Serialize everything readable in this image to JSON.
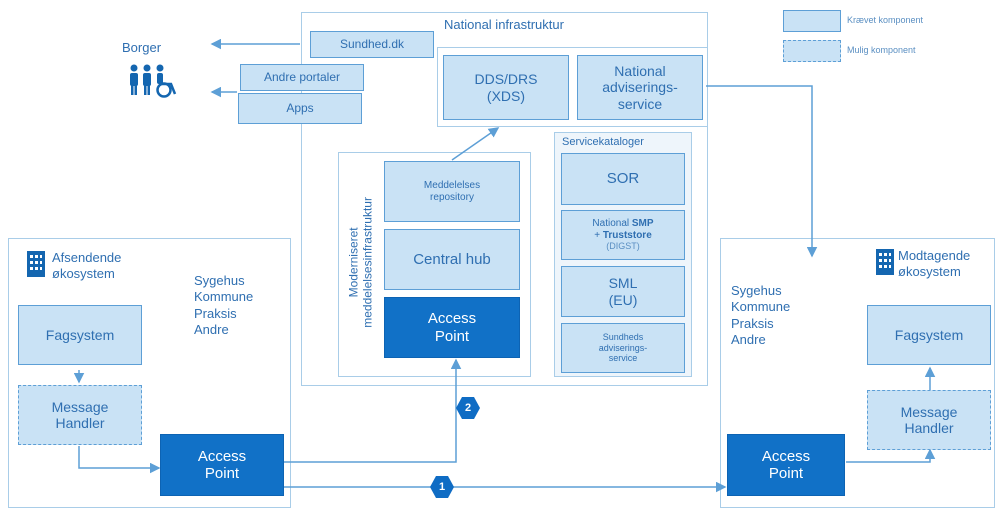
{
  "legend": {
    "required": "Krævet komponent",
    "optional": "Mulig komponent"
  },
  "citizen": {
    "label": "Borger",
    "portals": [
      "Sundhed.dk",
      "Andre portaler",
      "Apps"
    ]
  },
  "national": {
    "title": "National infrastruktur",
    "dds": "DDS/DRS\n(XDS)",
    "advisering": "National\nadviserings-\nservice",
    "modernized_label": "Moderniseret\nmeddelelsesinfrastruktur",
    "repository": "Meddelelses\nrepository",
    "central_hub": "Central hub",
    "access_point": "Access\nPoint"
  },
  "catalogs": {
    "title": "Servicekataloger",
    "sor": "SOR",
    "smp_pre": "National ",
    "smp_bold1": "SMP",
    "smp_mid": "+ ",
    "smp_bold2": "Truststore",
    "smp_post": "(DIGST)",
    "sml": "SML\n(EU)",
    "sundheds": "Sundheds\nadviserings-\nservice"
  },
  "sender": {
    "title": "Afsendende\nøkosystem",
    "orgs": "Sygehus\nKommune\nPraksis\nAndre",
    "fagsystem": "Fagsystem",
    "message_handler": "Message\nHandler",
    "access_point": "Access\nPoint"
  },
  "receiver": {
    "title": "Modtagende\nøkosystem",
    "orgs": "Sygehus\nKommune\nPraksis\nAndre",
    "fagsystem": "Fagsystem",
    "message_handler": "Message\nHandler",
    "access_point": "Access\nPoint"
  },
  "badges": [
    "1",
    "2"
  ],
  "colors": {
    "required_fill": "#c9e2f5",
    "border": "#5d9fd6",
    "access_point": "#1171c7",
    "frame": "#a9cde8"
  }
}
